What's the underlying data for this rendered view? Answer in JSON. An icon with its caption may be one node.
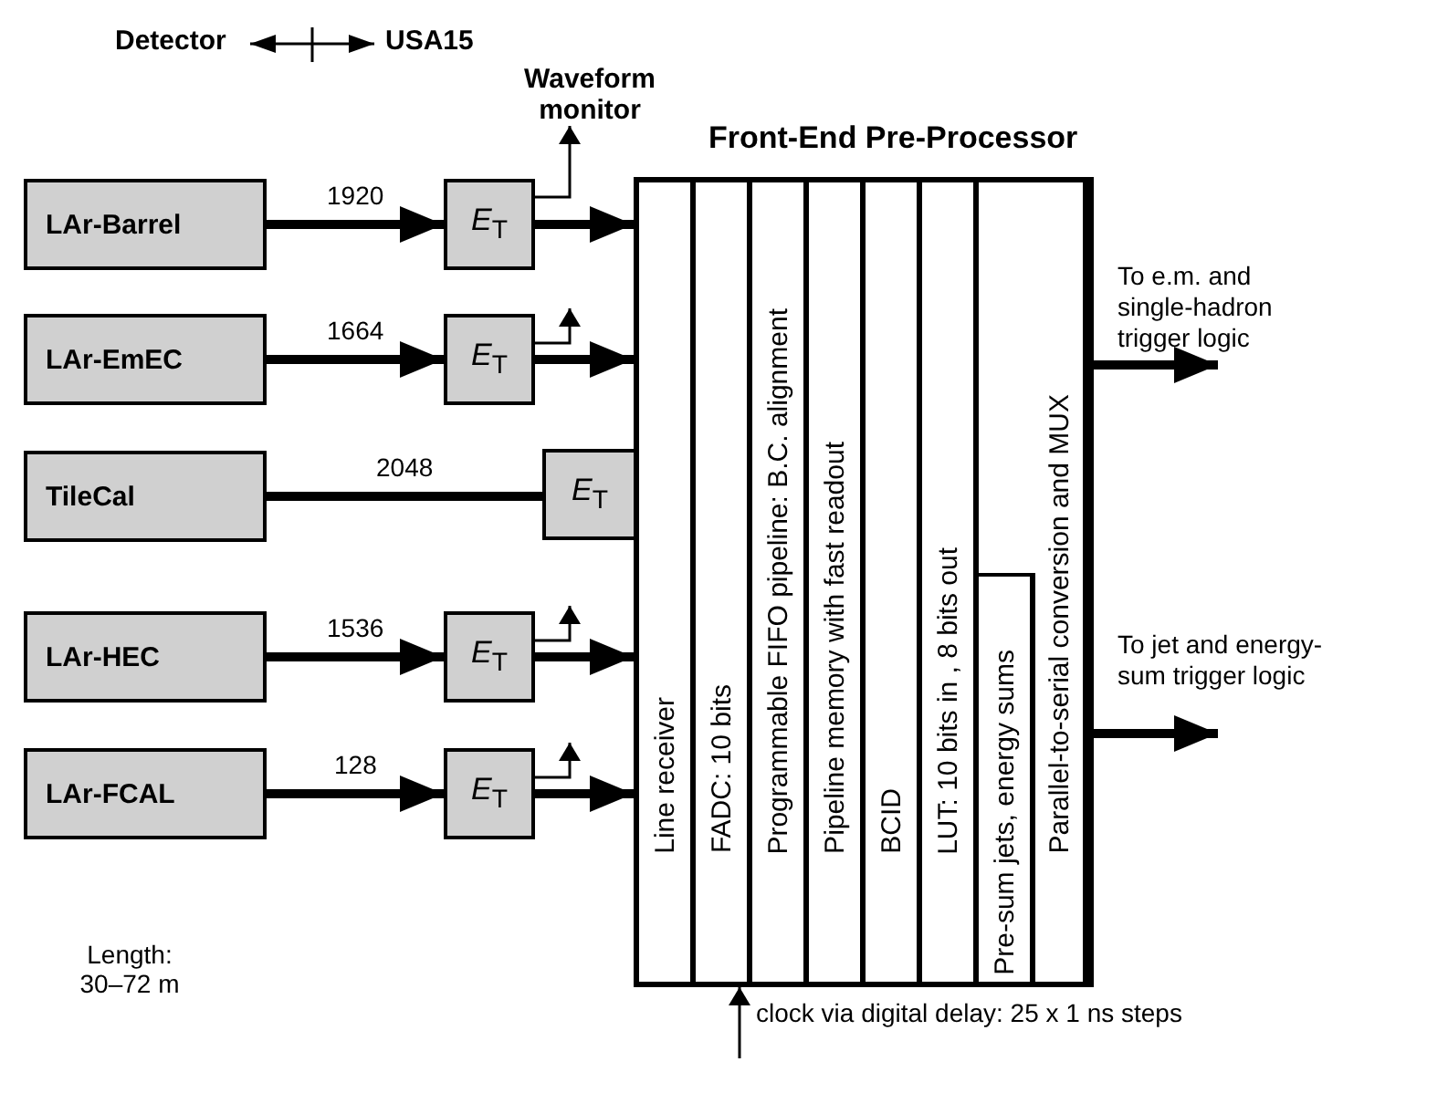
{
  "diagram": {
    "nodes": [
      {
        "text": [
          "LAr-Barrel"
        ]
      },
      {
        "text": [
          "LAr-EmEC"
        ]
      },
      {
        "text": [
          "TileCal"
        ]
      },
      {
        "text": [
          "LAr-HEC"
        ]
      },
      {
        "text": [
          "LAr-FCAL"
        ]
      },
      {
        "text": [
          "*E*$_{T}$"
        ]
      },
      {
        "text": [
          "*E*$_{T}$"
        ]
      },
      {
        "text": [
          "*E*$_{T}$"
        ]
      },
      {
        "text": [
          "*E*$_{T}$"
        ]
      },
      {
        "text": [
          "*E*$_{T}$"
        ]
      },
      {
        "text": [
          "Front-End Pre-Processor"
        ]
      },
      {
        "text": [
          "Line receiver"
        ],
        "in": 10
      },
      {
        "text": [
          "FADC: 10 bits"
        ],
        "in": 10
      },
      {
        "text": [
          "Programmable FIFO pipeline: B.C. alignment"
        ],
        "in": 10
      },
      {
        "text": [
          "Pipeline memory with fast readout"
        ],
        "in": 10
      },
      {
        "text": [
          "BCID"
        ],
        "in": 10
      },
      {
        "text": [
          "LUT: 10 bits in , 8 bits out"
        ],
        "in": 10
      },
      {
        "text": [
          "Pre-sum jets, energy sums"
        ],
        "in": 10
      },
      {
        "text": [
          "Parallel-to-serial conversion and MUX"
        ],
        "in": 10
      },
      {
        "text": [
          "Waveform monitor"
        ]
      },
      {
        "text": [
          "To e.m. and single-hadron trigger logic"
        ]
      },
      {
        "text": [
          "To jet and energy-sum trigger logic"
        ]
      }
    ],
    "edges": [
      {
        "from": 0,
        "to": 5,
        "arrow": "to",
        "label": "1920"
      },
      {
        "from": 1,
        "to": 6,
        "arrow": "to",
        "label": "1664"
      },
      {
        "from": 2,
        "to": 7,
        "arrow": "none",
        "label": "2048"
      },
      {
        "from": 3,
        "to": 8,
        "arrow": "to",
        "label": "1536"
      },
      {
        "from": 4,
        "to": 9,
        "arrow": "to",
        "label": "128"
      },
      {
        "from": 5,
        "to": 10,
        "arrow": "to"
      },
      {
        "from": 6,
        "to": 10,
        "arrow": "to"
      },
      {
        "from": 8,
        "to": 10,
        "arrow": "to"
      },
      {
        "from": 9,
        "to": 10,
        "arrow": "to"
      },
      {
        "from": 5,
        "to": 19,
        "arrow": "to"
      },
      {
        "from": 6,
        "to": null,
        "arrow": "to"
      },
      {
        "from": 8,
        "to": null,
        "arrow": "to"
      },
      {
        "from": 9,
        "to": null,
        "arrow": "to"
      },
      {
        "from": 10,
        "to": 20,
        "arrow": "to"
      },
      {
        "from": 10,
        "to": 21,
        "arrow": "to"
      },
      {
        "from": null,
        "to": 10,
        "arrow": "to",
        "label": "clock via digital delay: 25 x 1 ns steps"
      }
    ],
    "labels": [
      "Detector",
      "USA15",
      "Length: 30–72 m"
    ]
  }
}
